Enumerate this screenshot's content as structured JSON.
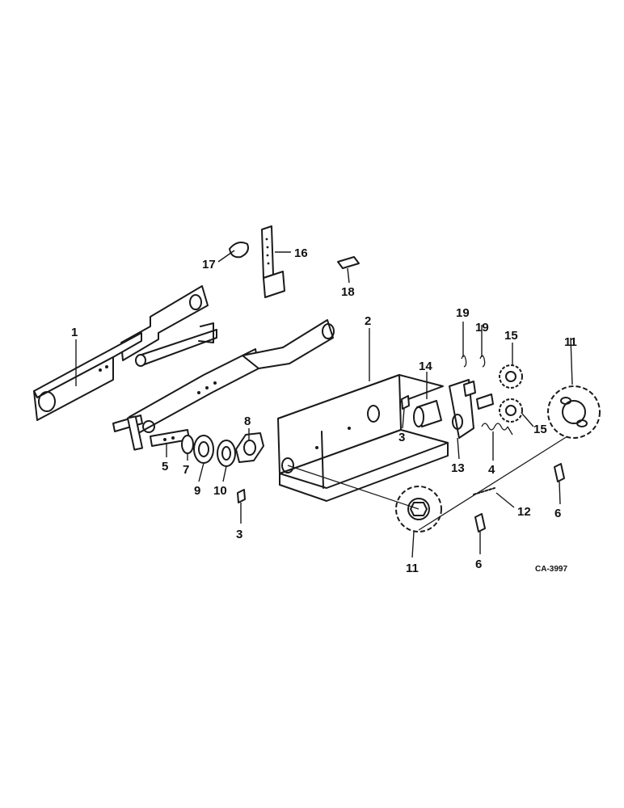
{
  "drawing_code": "CA-3997",
  "callouts": {
    "c1": "1",
    "c2": "2",
    "c3a": "3",
    "c3b": "3",
    "c4": "4",
    "c5": "5",
    "c6a": "6",
    "c6b": "6",
    "c7": "7",
    "c8": "8",
    "c9": "9",
    "c10": "10",
    "c11a": "11",
    "c11b": "11",
    "c12": "12",
    "c13": "13",
    "c14": "14",
    "c15a": "15",
    "c15b": "15",
    "c16": "16",
    "c17": "17",
    "c18": "18",
    "c19a": "19",
    "c19b": "19"
  }
}
